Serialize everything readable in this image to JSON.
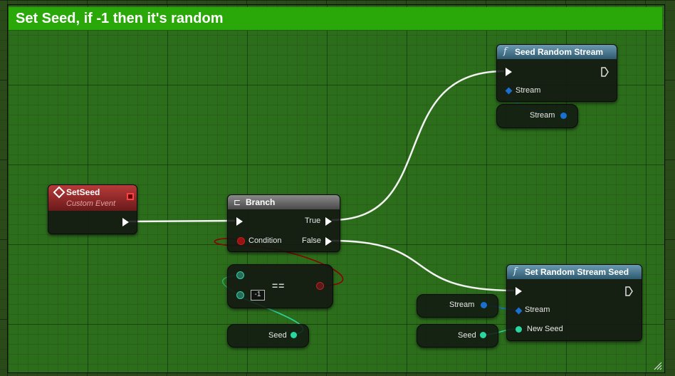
{
  "comment": {
    "title": "Set Seed, if -1 then it's random",
    "color": "#2aa80a"
  },
  "nodes": {
    "setseed": {
      "title": "SetSeed",
      "subtitle": "Custom Event"
    },
    "branch": {
      "title": "Branch",
      "true_label": "True",
      "false_label": "False",
      "condition_label": "Condition"
    },
    "equals": {
      "operator": "==",
      "literal": "-1"
    },
    "seed_var_left": {
      "label": "Seed"
    },
    "seed_random_stream": {
      "title": "Seed Random Stream",
      "pin_stream": "Stream"
    },
    "stream_var_top": {
      "label": "Stream"
    },
    "set_random_stream_seed": {
      "title": "Set Random Stream Seed",
      "pin_stream": "Stream",
      "pin_new_seed": "New Seed"
    },
    "stream_var_bottom": {
      "label": "Stream"
    },
    "seed_var_right": {
      "label": "Seed"
    }
  },
  "icons": {
    "event": "event-diamond-icon",
    "branch": "branch-icon",
    "function": "function-f-icon"
  },
  "colors": {
    "exec": "#ffffff",
    "bool": "#8b0000",
    "int": "#29d7a0",
    "struct": "#1a6fd0",
    "event_header": "#b83a3a",
    "function_header": "#4a7a90"
  }
}
